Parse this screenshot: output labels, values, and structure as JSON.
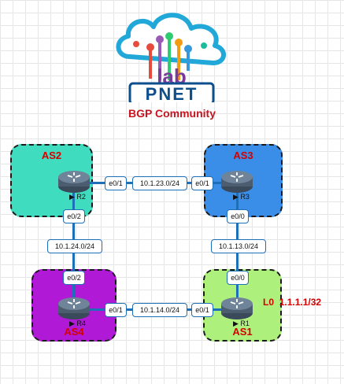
{
  "logo": {
    "lab": "lab",
    "pnet": "PNET"
  },
  "title": "BGP Community",
  "colors": {
    "as2_fill": "#3fdcbf",
    "as3_fill": "#3a8ee8",
    "as4_fill": "#b01ad6",
    "as1_fill": "#aef07c",
    "link": "#1d6fb8",
    "label_red": "#d40000"
  },
  "as_boxes": {
    "as2": "AS2",
    "as3": "AS3",
    "as4": "AS4",
    "as1": "AS1"
  },
  "routers": {
    "r1": "R1",
    "r2": "R2",
    "r3": "R3",
    "r4": "R4"
  },
  "interfaces": {
    "r2_e01": "e0/1",
    "r2_e02": "e0/2",
    "r3_e01": "e0/1",
    "r3_e00": "e0/0",
    "r4_e02": "e0/2",
    "r4_e01": "e0/1",
    "r1_e00": "e0/0",
    "r1_e01": "e0/1"
  },
  "subnets": {
    "r2_r3": "10.1.23.0/24",
    "r2_r4": "10.1.24.0/24",
    "r3_r1": "10.1.13.0/24",
    "r4_r1": "10.1.14.0/24"
  },
  "loopback": {
    "label": "L0",
    "address": "1.1.1.1/32"
  }
}
